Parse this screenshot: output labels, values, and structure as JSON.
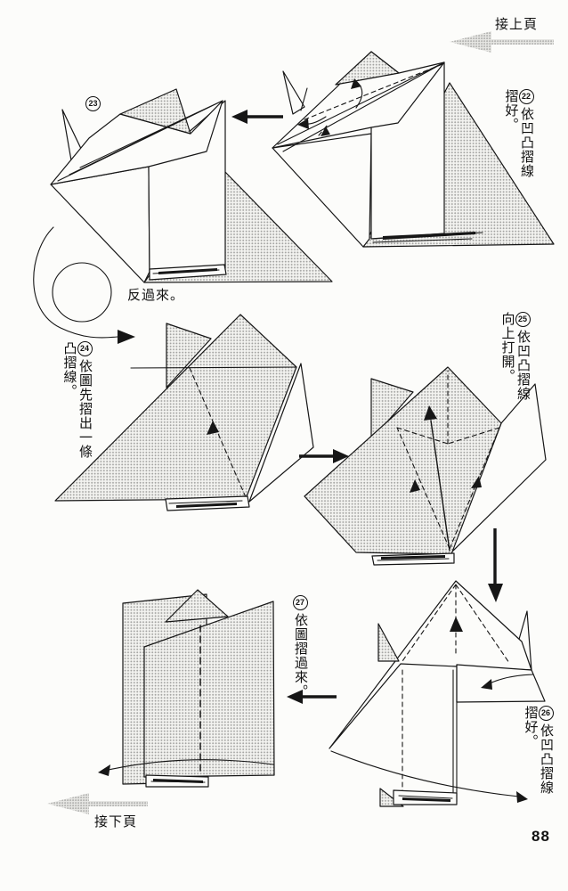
{
  "nav": {
    "prev": "接上頁",
    "next": "接下頁"
  },
  "notes": {
    "turn_over": "反過來。"
  },
  "page": {
    "number": "88"
  },
  "steps": [
    {
      "number": "22",
      "text": "依凹凸摺線摺好。"
    },
    {
      "number": "23",
      "text": ""
    },
    {
      "number": "24",
      "text": "依圖先摺出一條凸摺線。"
    },
    {
      "number": "25",
      "text": "依凹凸摺線向上打開。"
    },
    {
      "number": "26",
      "text": "依凹凸摺線摺好。"
    },
    {
      "number": "27",
      "text": "依圖摺過來。"
    }
  ],
  "icons": {
    "prev_arrow": "gray-left-arrow",
    "next_arrow": "gray-left-arrow",
    "turn_over": "loop-arrow",
    "step_flow": "solid-black-arrows"
  },
  "colors": {
    "paper": "#fcfcfa",
    "line": "#161616",
    "halftone": "#c9c9c6"
  }
}
